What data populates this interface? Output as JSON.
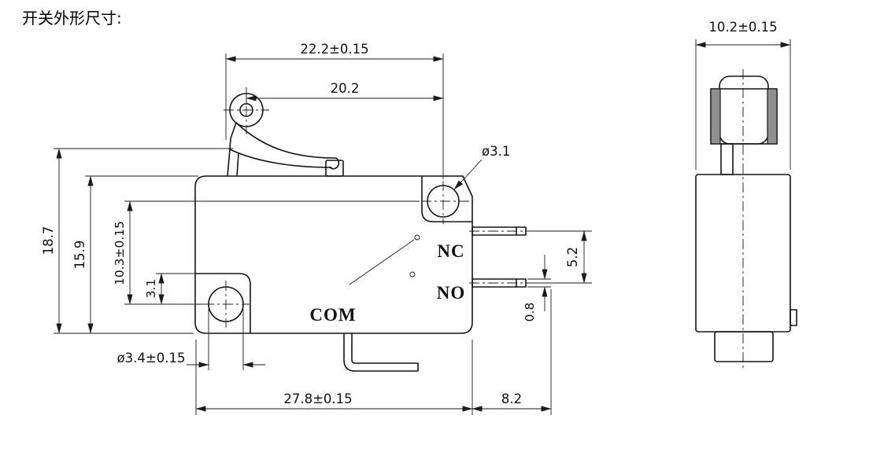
{
  "title": "开关外形尺寸:",
  "colors": {
    "line": "#151515",
    "background": "#ffffff"
  },
  "front_view": {
    "name": "lever-roller-microswitch-front-view",
    "dimensions": {
      "overall_width_top": "22.2±0.15",
      "roller_center_to_hole": "20.2",
      "mounting_hole_top_diameter": "ø3.1",
      "overall_height": "18.7",
      "body_height": "15.9",
      "mounting_hole_spacing": "10.3±0.15",
      "hole_edge_offset": "3.1",
      "mounting_hole_bottom_diameter": "ø3.4±0.15",
      "body_width": "27.8±0.15",
      "terminal_length": "8.2",
      "terminal_pitch": "5.2",
      "terminal_thickness": "0.8"
    },
    "terminal_labels": {
      "nc": "NC",
      "no": "NO",
      "com": "COM"
    }
  },
  "side_view": {
    "name": "microswitch-side-view",
    "dimensions": {
      "body_thickness": "10.2±0.15"
    }
  }
}
